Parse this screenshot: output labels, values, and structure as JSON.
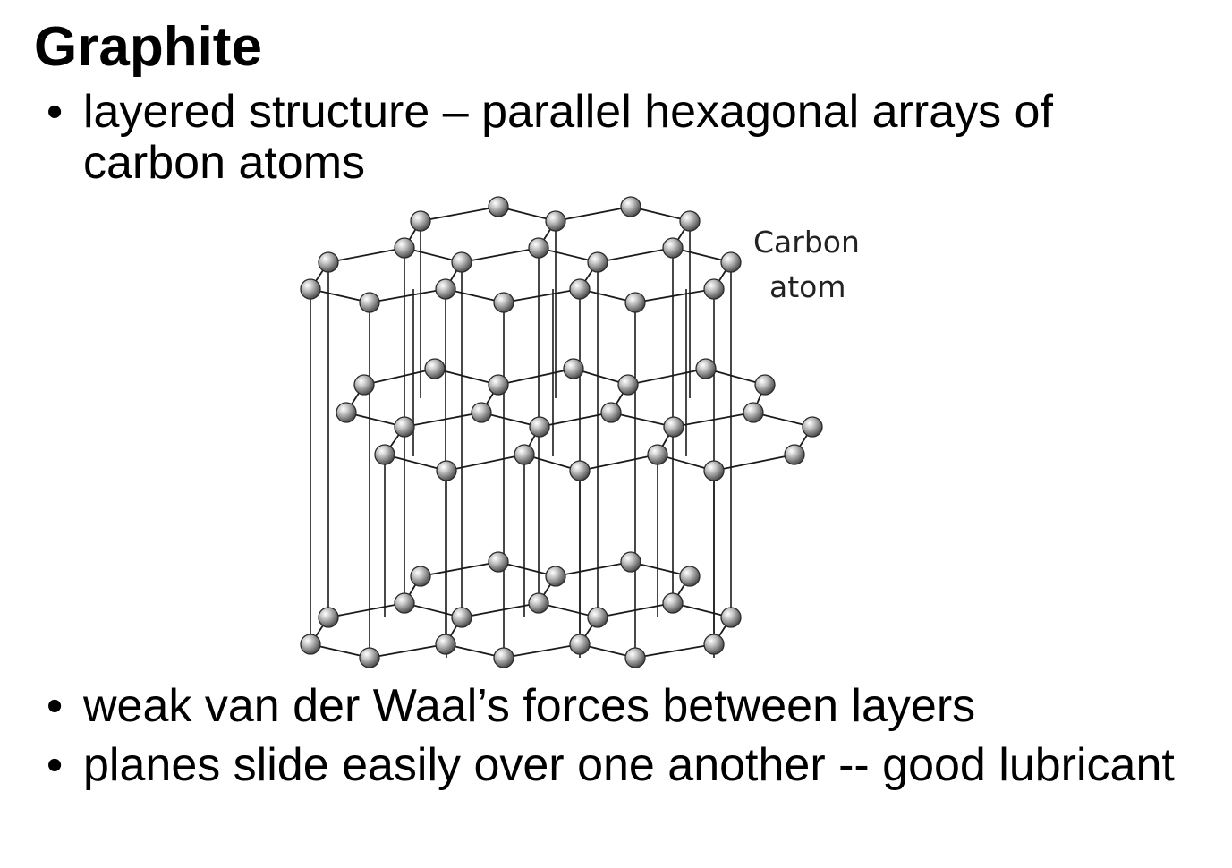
{
  "slide": {
    "title": "Graphite",
    "bullets": [
      "layered structure – parallel hexagonal arrays of carbon atoms",
      "weak van der Waal’s forces between layers",
      "planes slide easily over one another -- good lubricant"
    ],
    "bullet_marker": "•"
  },
  "diagram": {
    "label_line1": "Carbon",
    "label_line2": "atom",
    "layers": 3,
    "atom_color": "#8c8c8c",
    "bond_color": "#1a1a1a"
  }
}
